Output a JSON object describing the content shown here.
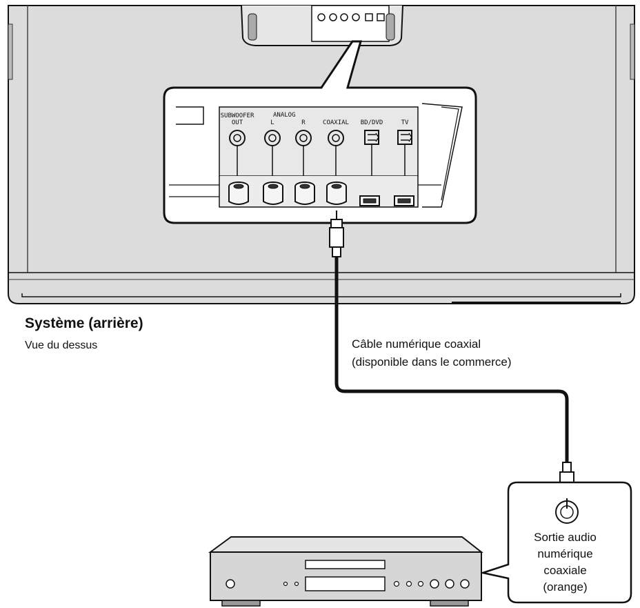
{
  "system": {
    "title": "Système (arrière)",
    "subtitle": "Vue du dessus"
  },
  "panel": {
    "analog_label": "ANALOG",
    "jacks": [
      {
        "line1": "SUBWOOFER",
        "line2": "OUT"
      },
      {
        "line1": "",
        "line2": "L"
      },
      {
        "line1": "",
        "line2": "R"
      },
      {
        "line1": "COAXIAL",
        "line2": ""
      },
      {
        "line1": "BD/DVD",
        "line2": ""
      },
      {
        "line1": "TV",
        "line2": ""
      }
    ]
  },
  "cable": {
    "line1": "Câble numérique coaxial",
    "line2": "(disponible dans le commerce)"
  },
  "player_output": {
    "line1": "Sortie audio",
    "line2": "numérique",
    "line3": "coaxiale",
    "line4": "(orange)"
  },
  "colors": {
    "outline": "#111111",
    "panel_gray": "#dcdcdc",
    "player_gray": "#d6d6d6"
  }
}
